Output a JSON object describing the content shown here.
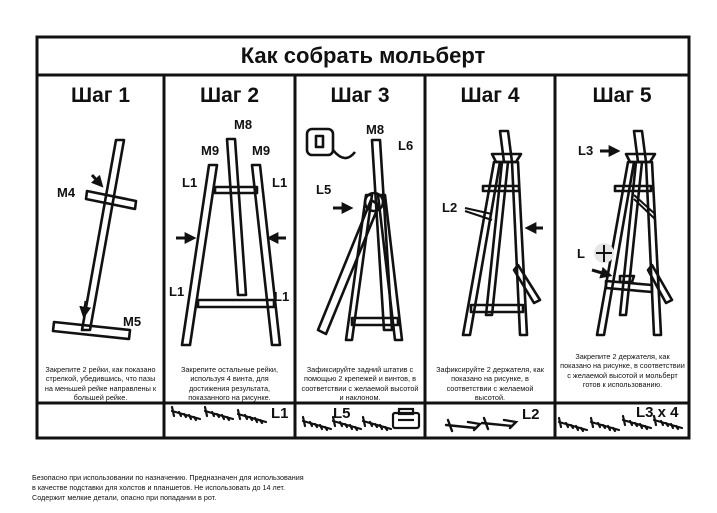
{
  "title": "Как собрать мольберт",
  "steps": [
    {
      "title": "Шаг 1",
      "caption": "Закрепите 2 рейки, как показано стрелкой, убедившись, что пазы на меньшей рейке направлены к большей рейке.",
      "parts_label": ""
    },
    {
      "title": "Шаг 2",
      "caption": "Закрепите остальные рейки, используя 4 винта, для достижения результата, показанного на рисунке.",
      "parts_label": "L1"
    },
    {
      "title": "Шаг 3",
      "caption": "Зафиксируйте задний штатив с помощью 2 крепежей и винтов, в соответствии с желаемой высотой и наклоном.",
      "parts_label": "L5"
    },
    {
      "title": "Шаг 4",
      "caption": "Зафиксируйте 2 держателя, как показано на рисунке, в соответствии с желаемой высотой.",
      "parts_label": "L2"
    },
    {
      "title": "Шаг 5",
      "caption": "Закрепите 2 держателя, как показано на рисунке, в соответствии с желаемой высотой и мольберт готов к использованию.",
      "parts_label": "L3 x 4"
    }
  ],
  "labels": {
    "s1": {
      "m4": "M4",
      "m5": "M5"
    },
    "s2": {
      "m8": "M8",
      "m9a": "M9",
      "m9b": "M9",
      "l1a": "L1",
      "l1b": "L1",
      "l1c": "L1",
      "l1d": "L1"
    },
    "s3": {
      "m8": "M8",
      "l6": "L6",
      "l5": "L5"
    },
    "s4": {
      "l2": "L2"
    },
    "s5": {
      "l3": "L3",
      "l": "L"
    }
  },
  "footer": [
    "Безопасно при использовании по назначению. Предназначен для использования",
    "в качестве подставки для холстов и планшетов. Не использовать до 14 лет.",
    "Содержит мелкие детали, опасно при попадании в рот."
  ]
}
